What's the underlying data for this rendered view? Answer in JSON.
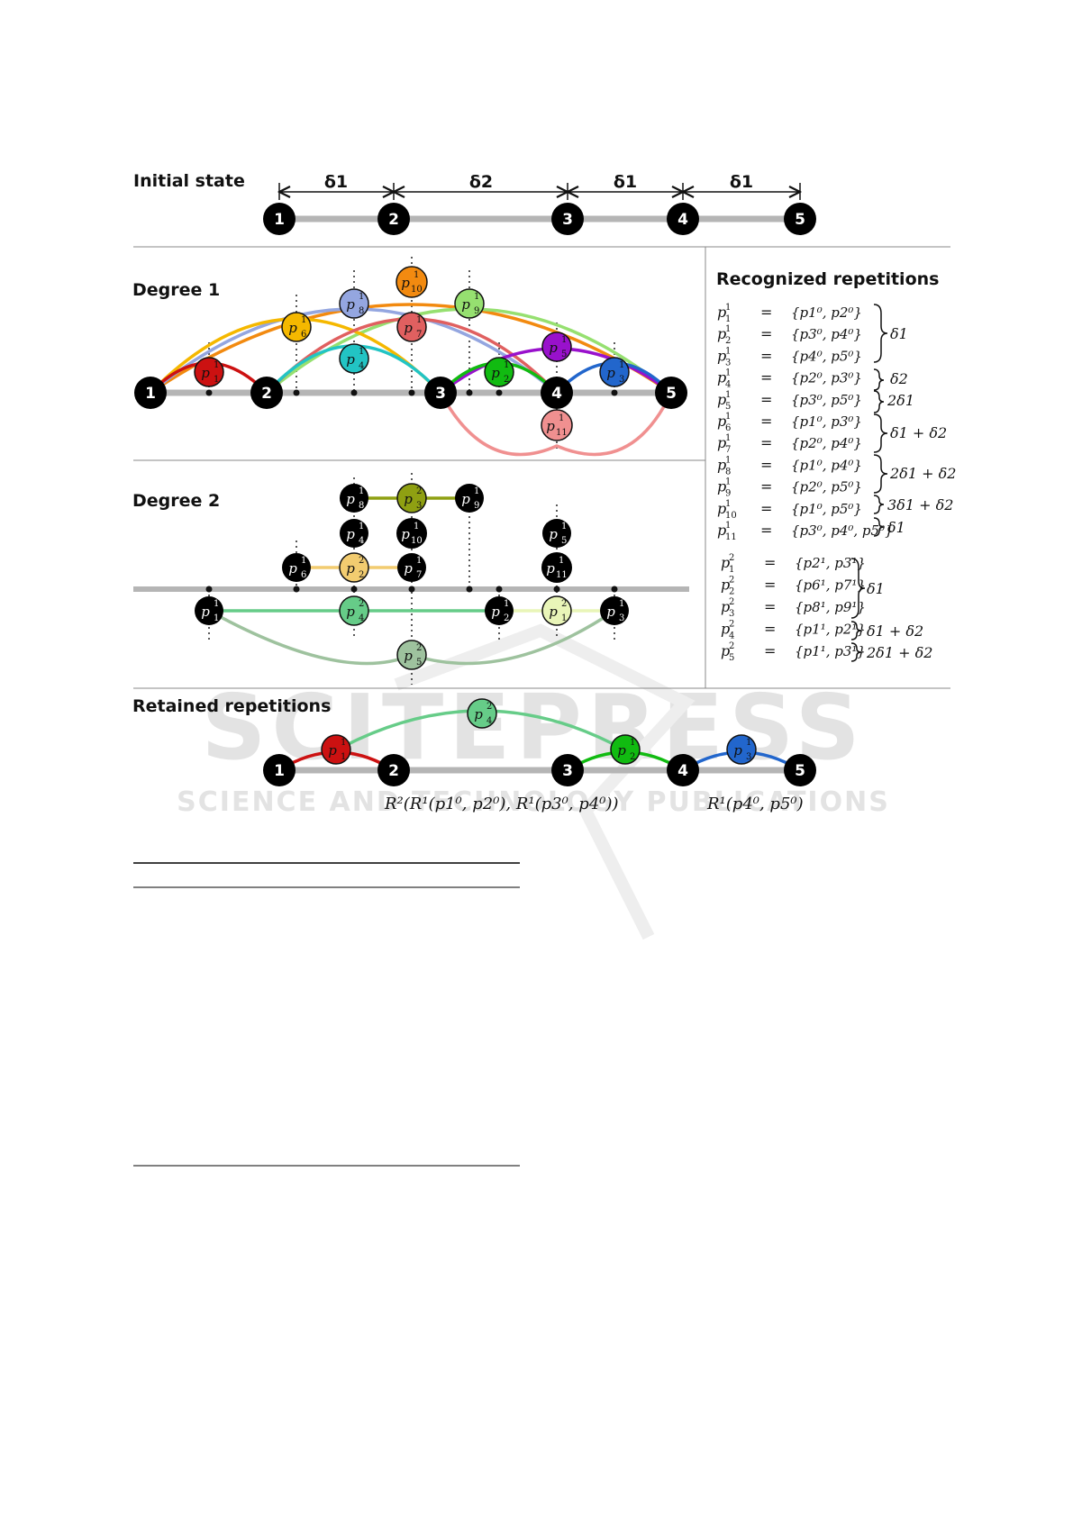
{
  "watermark": {
    "big": "SCITEPRESS",
    "small": "SCIENCE AND TECHNOLOGY PUBLICATIONS"
  },
  "initial": {
    "title": "Initial state",
    "nodes": [
      "1",
      "2",
      "3",
      "4",
      "5"
    ],
    "intervals": [
      "δ1",
      "δ2",
      "δ1",
      "δ1"
    ]
  },
  "degree1": {
    "title": "Degree 1",
    "nodes": [
      "1",
      "2",
      "3",
      "4",
      "5"
    ],
    "patterns": [
      {
        "id": "p1",
        "sub": "1",
        "sup": "1",
        "color": "#cc1111"
      },
      {
        "id": "p2",
        "sub": "2",
        "sup": "1",
        "color": "#11bb11"
      },
      {
        "id": "p3",
        "sub": "3",
        "sup": "1",
        "color": "#2266cc"
      },
      {
        "id": "p4",
        "sub": "4",
        "sup": "1",
        "color": "#22c4c4"
      },
      {
        "id": "p5",
        "sub": "5",
        "sup": "1",
        "color": "#9911cc"
      },
      {
        "id": "p6",
        "sub": "6",
        "sup": "1",
        "color": "#f5b800"
      },
      {
        "id": "p7",
        "sub": "7",
        "sup": "1",
        "color": "#e06060"
      },
      {
        "id": "p8",
        "sub": "8",
        "sup": "1",
        "color": "#94a6e0"
      },
      {
        "id": "p9",
        "sub": "9",
        "sup": "1",
        "color": "#96e070"
      },
      {
        "id": "p10",
        "sub": "10",
        "sup": "1",
        "color": "#f28a10"
      },
      {
        "id": "p11",
        "sub": "11",
        "sup": "1",
        "color": "#f09090"
      }
    ]
  },
  "degree2": {
    "title": "Degree 2",
    "black_nodes": [
      {
        "sub": "8",
        "sup": "1"
      },
      {
        "sub": "9",
        "sup": "1"
      },
      {
        "sub": "4",
        "sup": "1"
      },
      {
        "sub": "10",
        "sup": "1"
      },
      {
        "sub": "5",
        "sup": "1"
      },
      {
        "sub": "6",
        "sup": "1"
      },
      {
        "sub": "7",
        "sup": "1"
      },
      {
        "sub": "11",
        "sup": "1"
      },
      {
        "sub": "1",
        "sup": "1"
      },
      {
        "sub": "2",
        "sup": "1"
      },
      {
        "sub": "3",
        "sup": "1"
      }
    ],
    "patterns": [
      {
        "id": "p1",
        "sub": "1",
        "sup": "2",
        "color": "#e9f5b8"
      },
      {
        "id": "p2",
        "sub": "2",
        "sup": "2",
        "color": "#f2cc70"
      },
      {
        "id": "p3",
        "sub": "3",
        "sup": "2",
        "color": "#8fa012"
      },
      {
        "id": "p4",
        "sub": "4",
        "sup": "2",
        "color": "#66cc88"
      },
      {
        "id": "p5",
        "sub": "5",
        "sup": "2",
        "color": "#9ec29e"
      }
    ]
  },
  "recognized": {
    "title": "Recognized repetitions",
    "degree1_rows": [
      {
        "lhs_sub": "1",
        "lhs_sup": "1",
        "eq": "=",
        "rhs": "{p1⁰, p2⁰}"
      },
      {
        "lhs_sub": "2",
        "lhs_sup": "1",
        "eq": "=",
        "rhs": "{p3⁰, p4⁰}"
      },
      {
        "lhs_sub": "3",
        "lhs_sup": "1",
        "eq": "=",
        "rhs": "{p4⁰, p5⁰}"
      },
      {
        "lhs_sub": "4",
        "lhs_sup": "1",
        "eq": "=",
        "rhs": "{p2⁰, p3⁰}"
      },
      {
        "lhs_sub": "5",
        "lhs_sup": "1",
        "eq": "=",
        "rhs": "{p3⁰, p5⁰}"
      },
      {
        "lhs_sub": "6",
        "lhs_sup": "1",
        "eq": "=",
        "rhs": "{p1⁰, p3⁰}"
      },
      {
        "lhs_sub": "7",
        "lhs_sup": "1",
        "eq": "=",
        "rhs": "{p2⁰, p4⁰}"
      },
      {
        "lhs_sub": "8",
        "lhs_sup": "1",
        "eq": "=",
        "rhs": "{p1⁰, p4⁰}"
      },
      {
        "lhs_sub": "9",
        "lhs_sup": "1",
        "eq": "=",
        "rhs": "{p2⁰, p5⁰}"
      },
      {
        "lhs_sub": "10",
        "lhs_sup": "1",
        "eq": "=",
        "rhs": "{p1⁰, p5⁰}"
      },
      {
        "lhs_sub": "11",
        "lhs_sup": "1",
        "eq": "=",
        "rhs": "{p3⁰, p4⁰, p5⁰}"
      }
    ],
    "degree1_groups": [
      "δ1",
      "δ2",
      "2δ1",
      "δ1 + δ2",
      "2δ1 + δ2",
      "3δ1 + δ2",
      "δ1"
    ],
    "degree2_rows": [
      {
        "lhs_sub": "1",
        "lhs_sup": "2",
        "eq": "=",
        "rhs": "{p2¹, p3¹}"
      },
      {
        "lhs_sub": "2",
        "lhs_sup": "2",
        "eq": "=",
        "rhs": "{p6¹, p7¹}"
      },
      {
        "lhs_sub": "3",
        "lhs_sup": "2",
        "eq": "=",
        "rhs": "{p8¹, p9¹}"
      },
      {
        "lhs_sub": "4",
        "lhs_sup": "2",
        "eq": "=",
        "rhs": "{p1¹, p2¹}"
      },
      {
        "lhs_sub": "5",
        "lhs_sup": "2",
        "eq": "=",
        "rhs": "{p1¹, p3¹}"
      }
    ],
    "degree2_groups": [
      "δ1",
      "δ1 + δ2",
      "2δ1 + δ2"
    ]
  },
  "retained": {
    "title": "Retained repetitions",
    "nodes": [
      "1",
      "2",
      "3",
      "4",
      "5"
    ],
    "expr_left": "R²(R¹(p1⁰, p2⁰), R¹(p3⁰, p4⁰))",
    "expr_right": "R¹(p4⁰, p5⁰)"
  }
}
